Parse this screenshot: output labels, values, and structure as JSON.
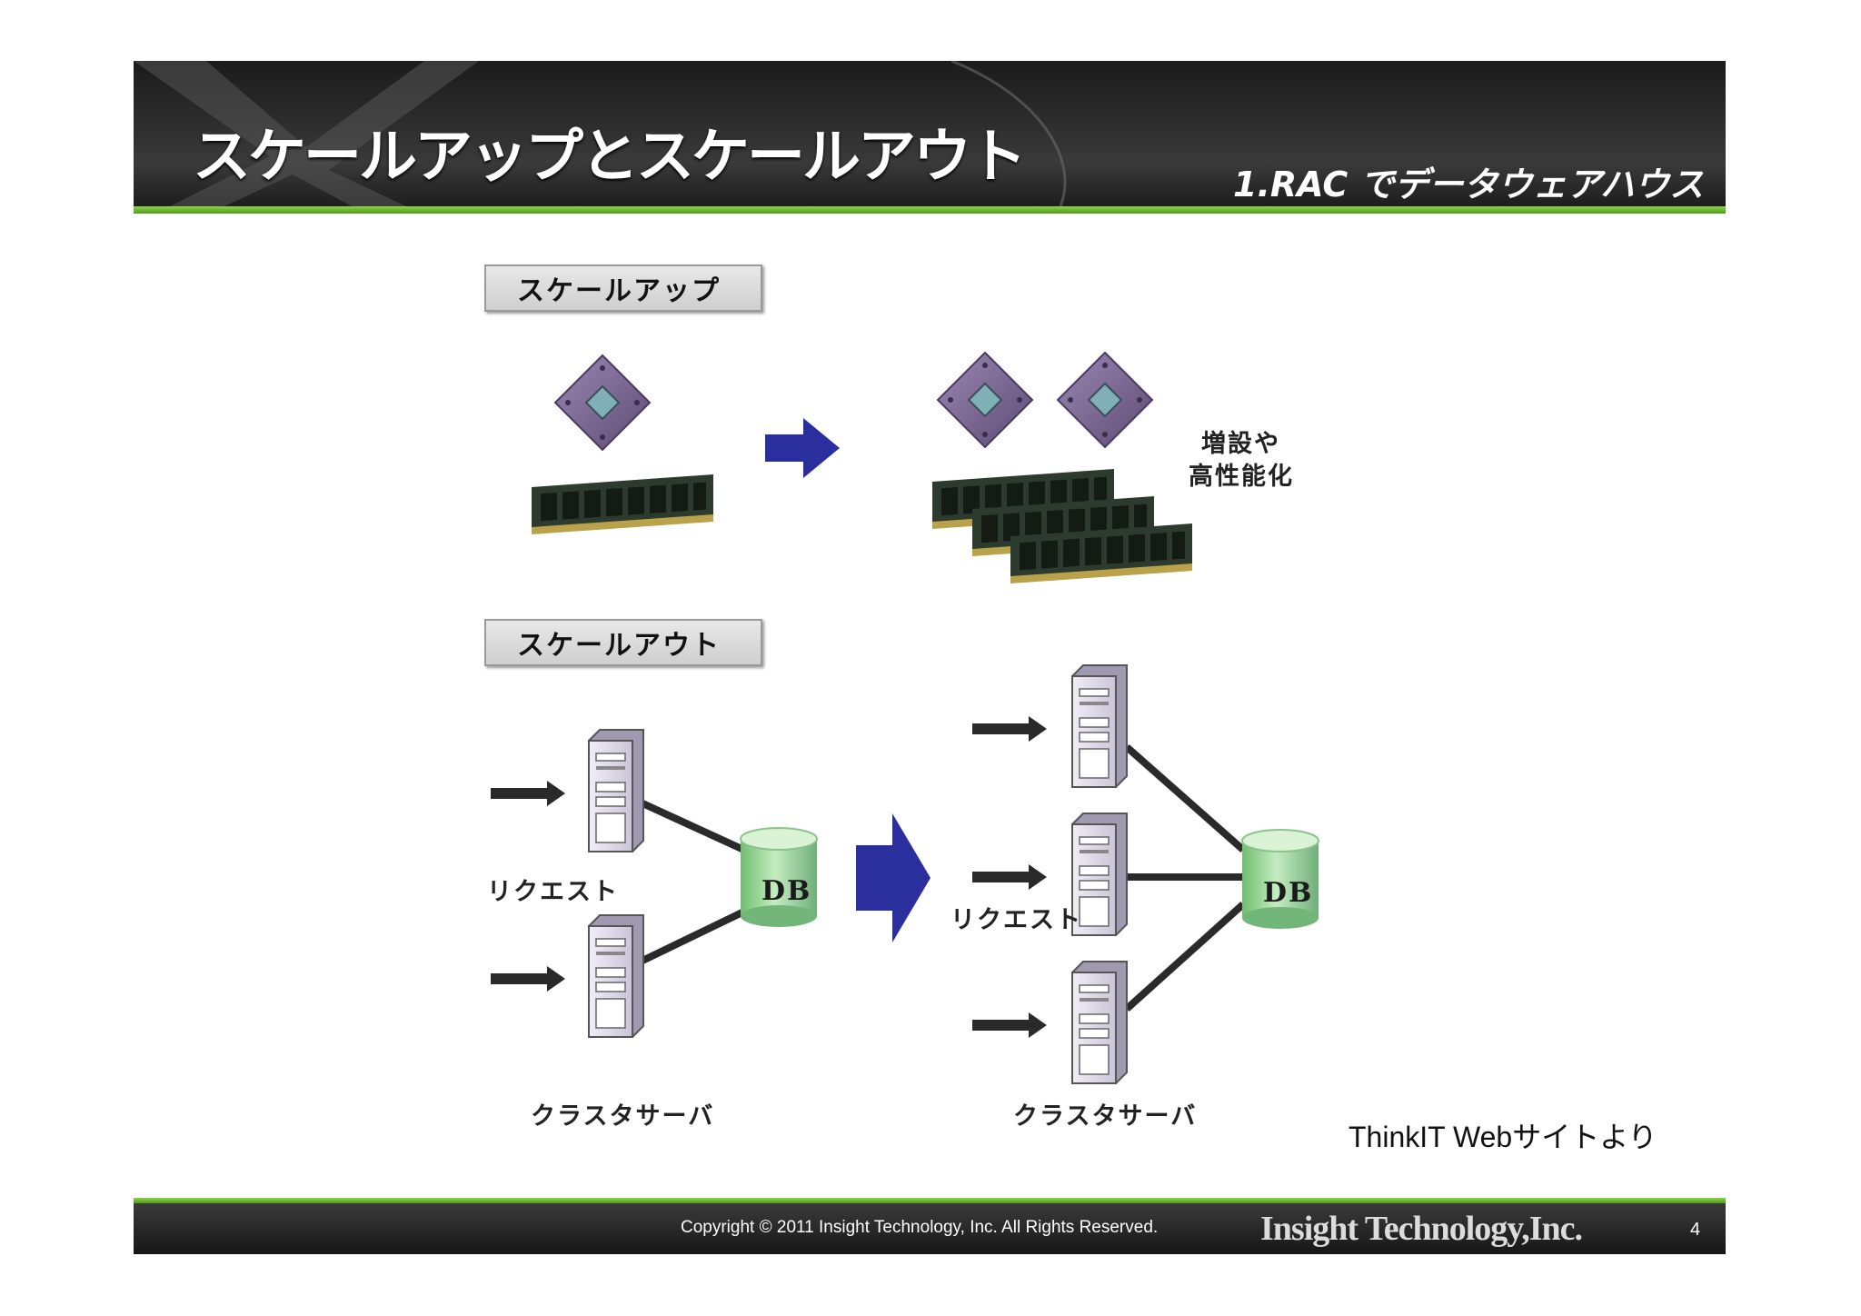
{
  "header": {
    "title": "スケールアップとスケールアウト",
    "subtitle": "1.RAC でデータウェアハウス"
  },
  "scale_up": {
    "label": "スケールアップ",
    "note_line1": "増設や",
    "note_line2": "高性能化"
  },
  "scale_out": {
    "label": "スケールアウト",
    "request_label_left": "リクエスト",
    "request_label_right": "リクエスト",
    "cluster_label_left": "クラスタサーバ",
    "cluster_label_right": "クラスタサーバ",
    "db_left": "DB",
    "db_right": "DB"
  },
  "source_note": "ThinkIT Webサイトより",
  "footer": {
    "copyright": "Copyright © 2011 Insight Technology, Inc. All Rights Reserved.",
    "brand": "Insight Technology,Inc.",
    "page_number": "4"
  },
  "colors": {
    "accent_green": "#6ab52e",
    "arrow_blue": "#2b2f9e",
    "db_green": "#8fcf8a"
  }
}
